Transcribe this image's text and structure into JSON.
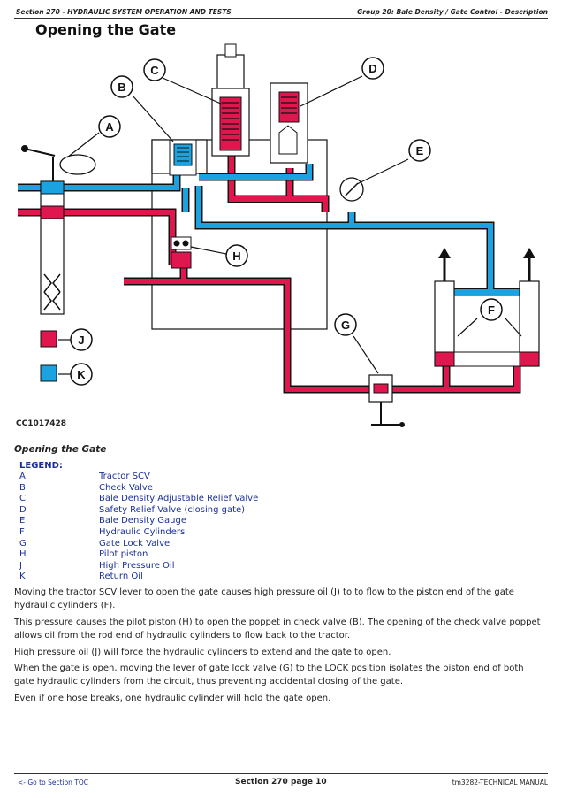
{
  "header": {
    "left": "Section 270 - HYDRAULIC SYSTEM OPERATION AND TESTS",
    "right": "Group 20: Bale Density / Gate Control - Description"
  },
  "page_title": "Opening the Gate",
  "figure": {
    "id": "CC1017428",
    "callouts": [
      "A",
      "B",
      "C",
      "D",
      "E",
      "F",
      "G",
      "H",
      "J",
      "K"
    ],
    "colors": {
      "high_pressure": "#e0174f",
      "return": "#1aa3e0",
      "outline": "#111111"
    }
  },
  "subtitle": "Opening the Gate",
  "legend": {
    "title": "LEGEND:",
    "items": [
      {
        "key": "A",
        "label": "Tractor SCV"
      },
      {
        "key": "B",
        "label": "Check Valve"
      },
      {
        "key": "C",
        "label": "Bale Density Adjustable Relief Valve"
      },
      {
        "key": "D",
        "label": "Safety Relief Valve (closing gate)"
      },
      {
        "key": "E",
        "label": "Bale Density Gauge"
      },
      {
        "key": "F",
        "label": "Hydraulic Cylinders"
      },
      {
        "key": "G",
        "label": "Gate Lock Valve"
      },
      {
        "key": "H",
        "label": "Pilot piston"
      },
      {
        "key": "J",
        "label": "High Pressure Oil"
      },
      {
        "key": "K",
        "label": "Return Oil"
      }
    ]
  },
  "paragraphs": [
    "Moving the tractor SCV lever to open the gate causes high pressure oil (J) to to flow to the piston end of the gate hydraulic cylinders (F).",
    "This pressure causes the pilot piston (H) to open the poppet in check valve (B). The opening of the check valve poppet allows oil from the rod end of hydraulic cylinders to flow back to the tractor.",
    "High pressure oil (J) will force the hydraulic cylinders to extend and the gate to open.",
    "When the gate is open, moving the lever of gate lock valve (G) to the LOCK position isolates the piston end of both gate hydraulic cylinders from the circuit, thus preventing accidental closing of the gate.",
    "Even if one hose breaks, one hydraulic cylinder will hold the gate open."
  ],
  "footer": {
    "left": "<- Go to Section TOC",
    "center": "Section 270 page 10",
    "right": "tm3282-TECHNICAL MANUAL"
  }
}
